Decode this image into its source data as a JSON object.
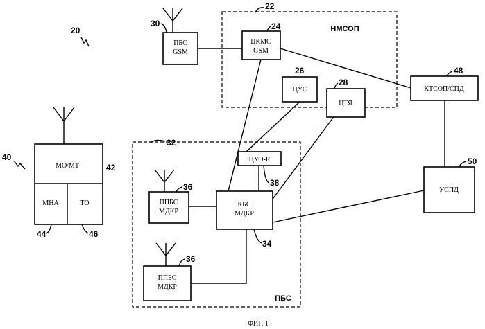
{
  "figure": {
    "caption": "ФИГ. 1",
    "system_ref": "20"
  },
  "groups": {
    "nmsop": {
      "label": "НМСОП",
      "ref": "22"
    },
    "pbs": {
      "label": "ПБС",
      "ref": "32"
    }
  },
  "blocks": {
    "pbs_gsm": {
      "line1": "ПБС",
      "line2": "GSM",
      "ref": "30"
    },
    "tskms_gsm": {
      "line1": "ЦКМС",
      "line2": "GSM",
      "ref": "24"
    },
    "tsus": {
      "line1": "ЦУС",
      "ref": "26"
    },
    "tstya": {
      "line1": "ЦТЯ",
      "ref": "28"
    },
    "ktsop": {
      "line1": "КТСОП/СПД",
      "ref": "48"
    },
    "uspd": {
      "line1": "УСПД",
      "ref": "50"
    },
    "tsuo_r": {
      "line1": "ЦУО-R",
      "ref": "38"
    },
    "kbs": {
      "line1": "КБС",
      "line2": "МДКР",
      "ref": "34"
    },
    "ppbs_top": {
      "line1": "ППБС",
      "line2": "МДКР",
      "ref": "36"
    },
    "ppbs_bottom": {
      "line1": "ППБС",
      "line2": "МДКР",
      "ref": "36"
    },
    "mobile": {
      "top_label": "МО/МТ",
      "left_label": "МНА",
      "right_label": "ТО",
      "ref_station": "40",
      "ref_mo": "42",
      "ref_mna": "44",
      "ref_to": "46"
    }
  }
}
